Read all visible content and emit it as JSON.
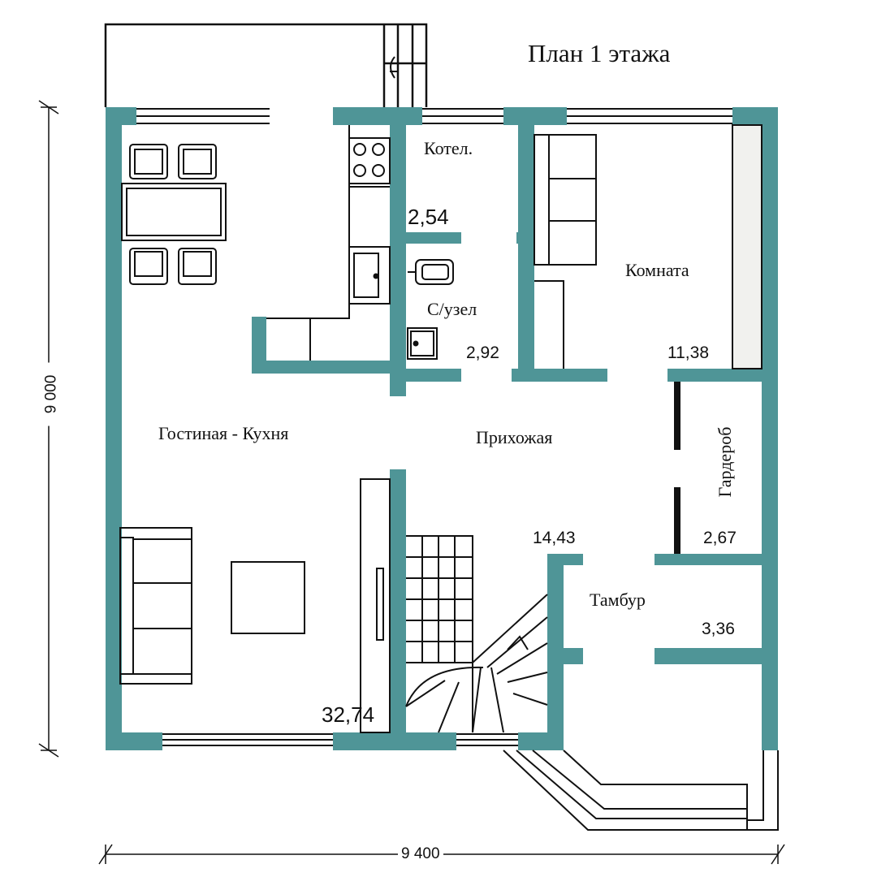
{
  "title": "План 1 этажа",
  "colors": {
    "wall": "#4f9597",
    "line": "#111111",
    "background": "#ffffff"
  },
  "rooms": {
    "boiler": {
      "name": "Котел.",
      "area": "2,54"
    },
    "bathroom": {
      "name": "С/узел",
      "area": "2,92"
    },
    "room": {
      "name": "Комната",
      "area": "11,38"
    },
    "living_kitchen": {
      "name": "Гостиная - Кухня",
      "area": "32,74"
    },
    "hallway": {
      "name": "Прихожая",
      "area": "14,43"
    },
    "wardrobe": {
      "name": "Гардероб",
      "area": "2,67"
    },
    "vestibule": {
      "name": "Тамбур",
      "area": "3,36"
    }
  },
  "dimensions": {
    "height": "9 000",
    "width": "9 400"
  },
  "icons": [
    "stove-icon",
    "sink-icon",
    "toilet-icon",
    "dining-table-icon",
    "chair-icon",
    "sofa-icon",
    "coffee-table-icon",
    "stairs-icon",
    "door-icon",
    "window-icon"
  ]
}
